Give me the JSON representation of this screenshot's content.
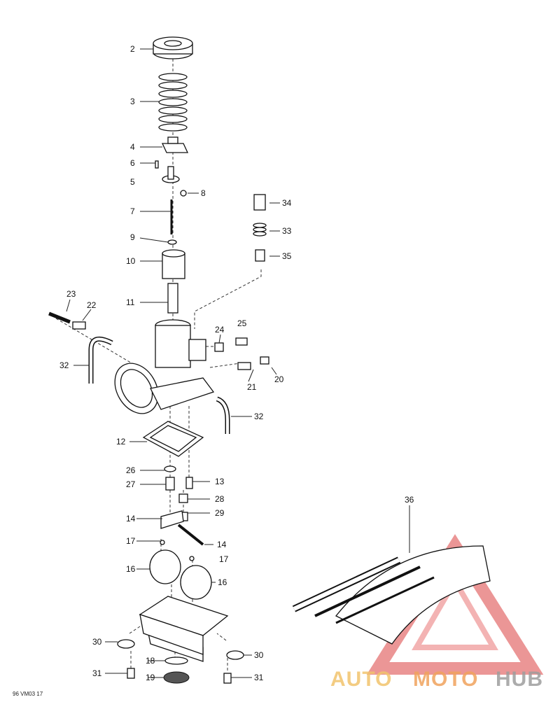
{
  "callouts": {
    "c2": "2",
    "c3": "3",
    "c4": "4",
    "c5": "5",
    "c6": "6",
    "c7": "7",
    "c8": "8",
    "c9": "9",
    "c10": "10",
    "c11": "11",
    "c12": "12",
    "c13": "13",
    "c14a": "14",
    "c14b": "14",
    "c16a": "16",
    "c16b": "16",
    "c17a": "17",
    "c17b": "17",
    "c18": "18",
    "c19": "19",
    "c20": "20",
    "c21": "21",
    "c22": "22",
    "c23": "23",
    "c24": "24",
    "c25": "25",
    "c26": "26",
    "c27": "27",
    "c28": "28",
    "c29": "29",
    "c30a": "30",
    "c30b": "30",
    "c31a": "31",
    "c31b": "31",
    "c32a": "32",
    "c32b": "32",
    "c33": "33",
    "c34": "34",
    "c35": "35",
    "c36": "36"
  },
  "figure_code": "96 VM03 17",
  "watermark": {
    "part1": "AUTO",
    "part2": "MOTO",
    "part3": "HUB"
  },
  "colors": {
    "watermark_triangle": "#e57373",
    "watermark_auto": "#f2c46d",
    "watermark_moto": "#f0a35e",
    "watermark_hub": "#9e9e9e"
  }
}
